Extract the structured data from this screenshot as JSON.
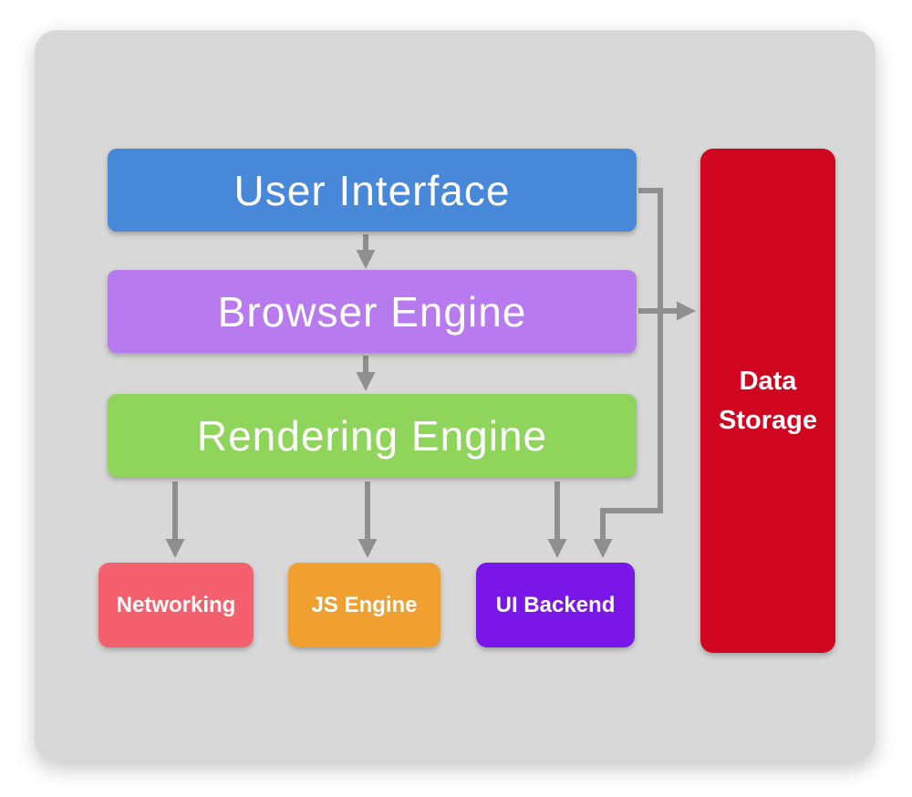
{
  "diagram": {
    "nodes": {
      "user_interface": {
        "label": "User Interface",
        "color": "#4788d8"
      },
      "browser_engine": {
        "label": "Browser Engine",
        "color": "#b77bef"
      },
      "rendering_engine": {
        "label": "Rendering Engine",
        "color": "#90d55b"
      },
      "networking": {
        "label": "Networking",
        "color": "#f4606e"
      },
      "js_engine": {
        "label": "JS Engine",
        "color": "#efa030"
      },
      "ui_backend": {
        "label": "UI Backend",
        "color": "#7b16e8"
      },
      "data_storage": {
        "label": "Data Storage",
        "color": "#d00620"
      }
    },
    "edges": [
      {
        "from": "user_interface",
        "to": "browser_engine"
      },
      {
        "from": "browser_engine",
        "to": "rendering_engine"
      },
      {
        "from": "rendering_engine",
        "to": "networking"
      },
      {
        "from": "rendering_engine",
        "to": "js_engine"
      },
      {
        "from": "rendering_engine",
        "to": "ui_backend"
      },
      {
        "from": "user_interface",
        "to": "ui_backend"
      },
      {
        "from": "browser_engine",
        "to": "data_storage"
      }
    ],
    "arrow_color": "#8f8f8f",
    "panel_color": "#d8d8d8"
  }
}
